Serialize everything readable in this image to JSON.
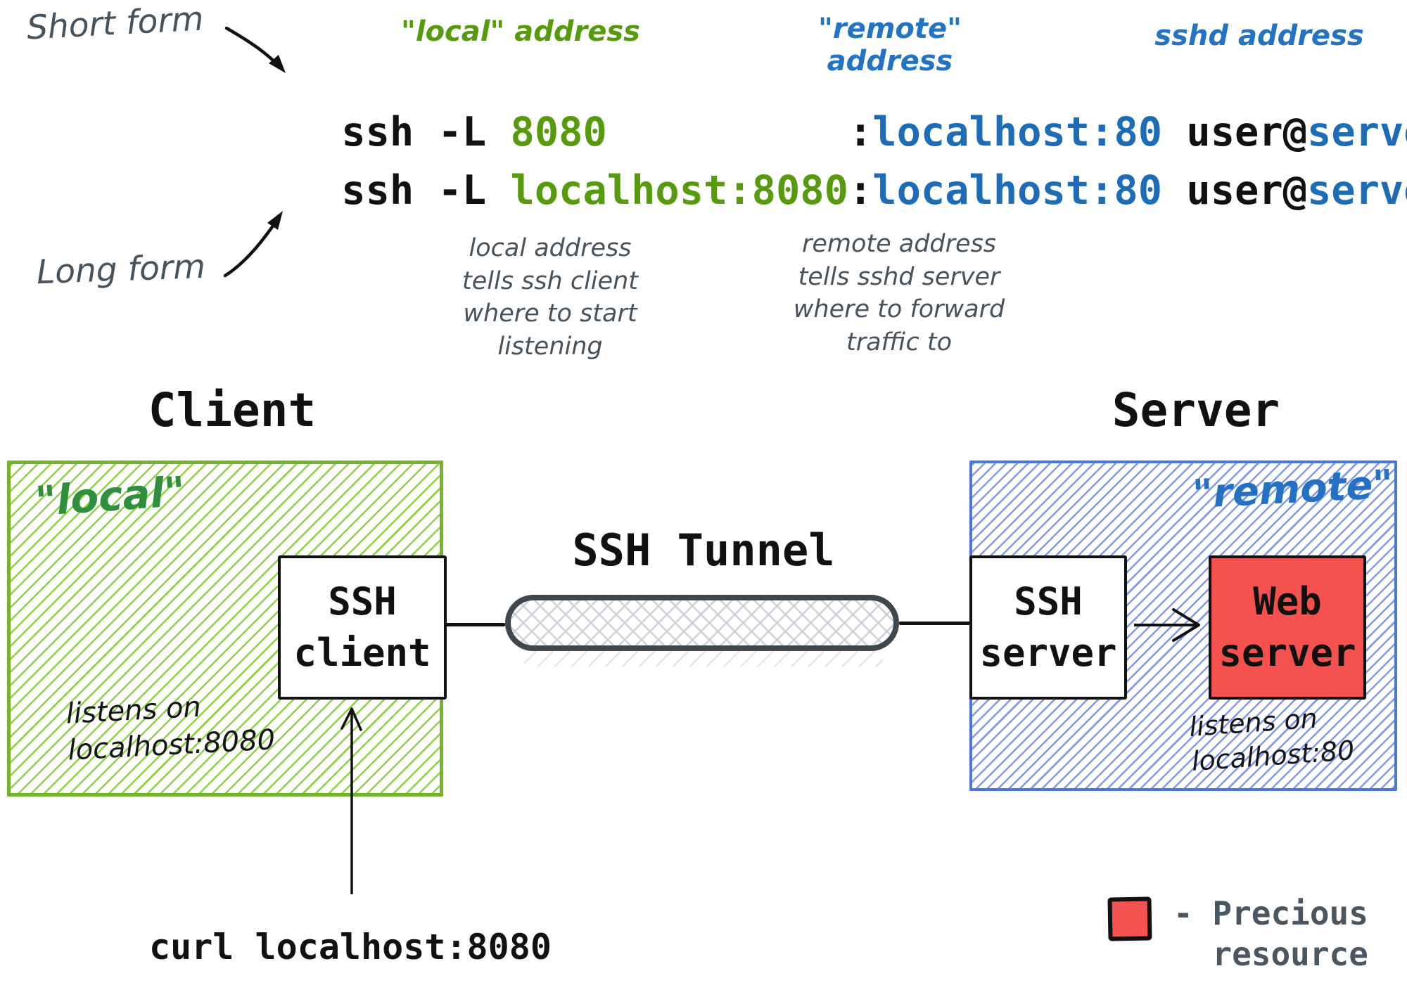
{
  "syntax": {
    "short_form_label": "Short form",
    "long_form_label": "Long form",
    "headers": {
      "local": "\"local\" address",
      "remote": "\"remote\" address",
      "sshd": "sshd address"
    },
    "commands": {
      "short": {
        "prefix": "ssh -L ",
        "local": "8080",
        "gap": "          ",
        "colon": ":",
        "remote": "localhost:80",
        "user": " user@",
        "server": "server"
      },
      "long": {
        "prefix": "ssh -L ",
        "local": "localhost:8080",
        "gap": "",
        "colon": ":",
        "remote": "localhost:80",
        "user": " user@",
        "server": "server"
      }
    },
    "annotations": {
      "local": "local address\ntells ssh client\nwhere to start\nlistening",
      "remote": "remote address\ntells sshd server\nwhere to forward\ntraffic to"
    }
  },
  "diagram": {
    "client": {
      "title": "Client",
      "zone_label": "\"local\"",
      "box_label": "SSH\nclient",
      "note": "listens on\nlocalhost:8080"
    },
    "tunnel_label": "SSH Tunnel",
    "server": {
      "title": "Server",
      "zone_label": "\"remote\"",
      "ssh_box_label": "SSH\nserver",
      "web_box_label": "Web\nserver",
      "note": "listens on\nlocalhost:80"
    },
    "curl_command": "curl localhost:8080",
    "legend": {
      "label": "- Precious\n  resource"
    }
  },
  "colors": {
    "code_green": "#569b0b",
    "code_blue": "#1d6cb8",
    "hand_header_blue": "#2273c4",
    "zone_local_green": "#2f8f3c",
    "zone_remote_blue": "#2471c4",
    "green_border": "#74b32c",
    "green_hatch": "#82cc34",
    "blue_border": "#4b77d6",
    "blue_hatch": "#6b85ee",
    "precious_red": "#f4514f",
    "tunnel_border": "#3d4750",
    "tunnel_hatch": "#c9cdd5",
    "annotation_slate": "#46525c"
  }
}
